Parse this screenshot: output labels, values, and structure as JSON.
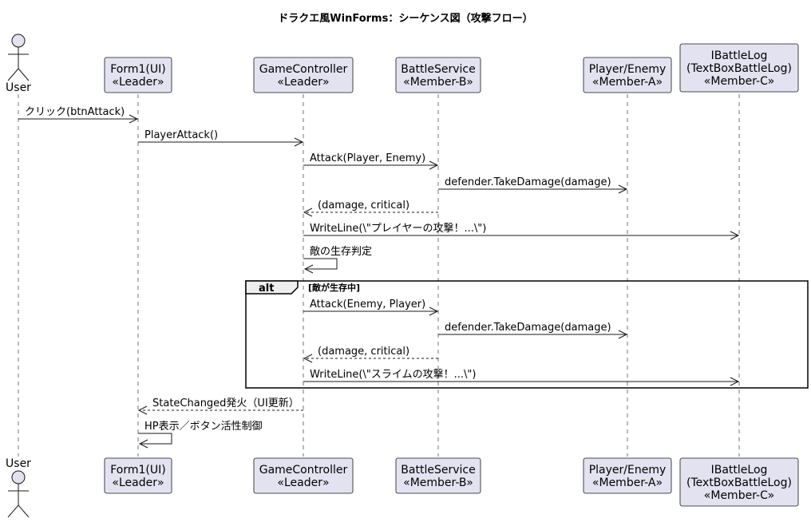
{
  "diagram": {
    "title": "ドラクエ風WinForms：シーケンス図（攻撃フロー）",
    "participants": [
      {
        "id": "user",
        "kind": "actor",
        "lines": [
          "User"
        ]
      },
      {
        "id": "form1",
        "kind": "box",
        "lines": [
          "Form1(UI)",
          "«Leader»"
        ]
      },
      {
        "id": "gamecontroller",
        "kind": "box",
        "lines": [
          "GameController",
          "«Leader»"
        ]
      },
      {
        "id": "battleservice",
        "kind": "box",
        "lines": [
          "BattleService",
          "«Member-B»"
        ]
      },
      {
        "id": "playerenemy",
        "kind": "box",
        "lines": [
          "Player/Enemy",
          "«Member-A»"
        ]
      },
      {
        "id": "battlelog",
        "kind": "box",
        "lines": [
          "IBattleLog",
          "(TextBoxBattleLog)",
          "«Member-C»"
        ]
      }
    ],
    "messages": [
      {
        "from": "user",
        "to": "form1",
        "text": "クリック(btnAttack)",
        "style": "solid"
      },
      {
        "from": "form1",
        "to": "gamecontroller",
        "text": "PlayerAttack()",
        "style": "solid"
      },
      {
        "from": "gamecontroller",
        "to": "battleservice",
        "text": "Attack(Player, Enemy)",
        "style": "solid"
      },
      {
        "from": "battleservice",
        "to": "playerenemy",
        "text": "defender.TakeDamage(damage)",
        "style": "solid"
      },
      {
        "from": "battleservice",
        "to": "gamecontroller",
        "text": "(damage, critical)",
        "style": "dashed"
      },
      {
        "from": "gamecontroller",
        "to": "battlelog",
        "text": "WriteLine(\\\"プレイヤーの攻撃！...\\\")",
        "style": "solid"
      },
      {
        "from": "gamecontroller",
        "to": "gamecontroller",
        "text": "敵の生存判定",
        "style": "self"
      },
      {
        "from": "gamecontroller",
        "to": "battleservice",
        "text": "Attack(Enemy, Player)",
        "style": "solid"
      },
      {
        "from": "battleservice",
        "to": "playerenemy",
        "text": "defender.TakeDamage(damage)",
        "style": "solid"
      },
      {
        "from": "battleservice",
        "to": "gamecontroller",
        "text": "(damage, critical)",
        "style": "dashed"
      },
      {
        "from": "gamecontroller",
        "to": "battlelog",
        "text": "WriteLine(\\\"スライムの攻撃！...\\\")",
        "style": "solid"
      },
      {
        "from": "gamecontroller",
        "to": "form1",
        "text": "StateChanged発火（UI更新）",
        "style": "dashed"
      },
      {
        "from": "form1",
        "to": "form1",
        "text": "HP表示／ボタン活性制御",
        "style": "self"
      }
    ],
    "fragment": {
      "label": "alt",
      "guard": "[敵が生存中]"
    }
  }
}
